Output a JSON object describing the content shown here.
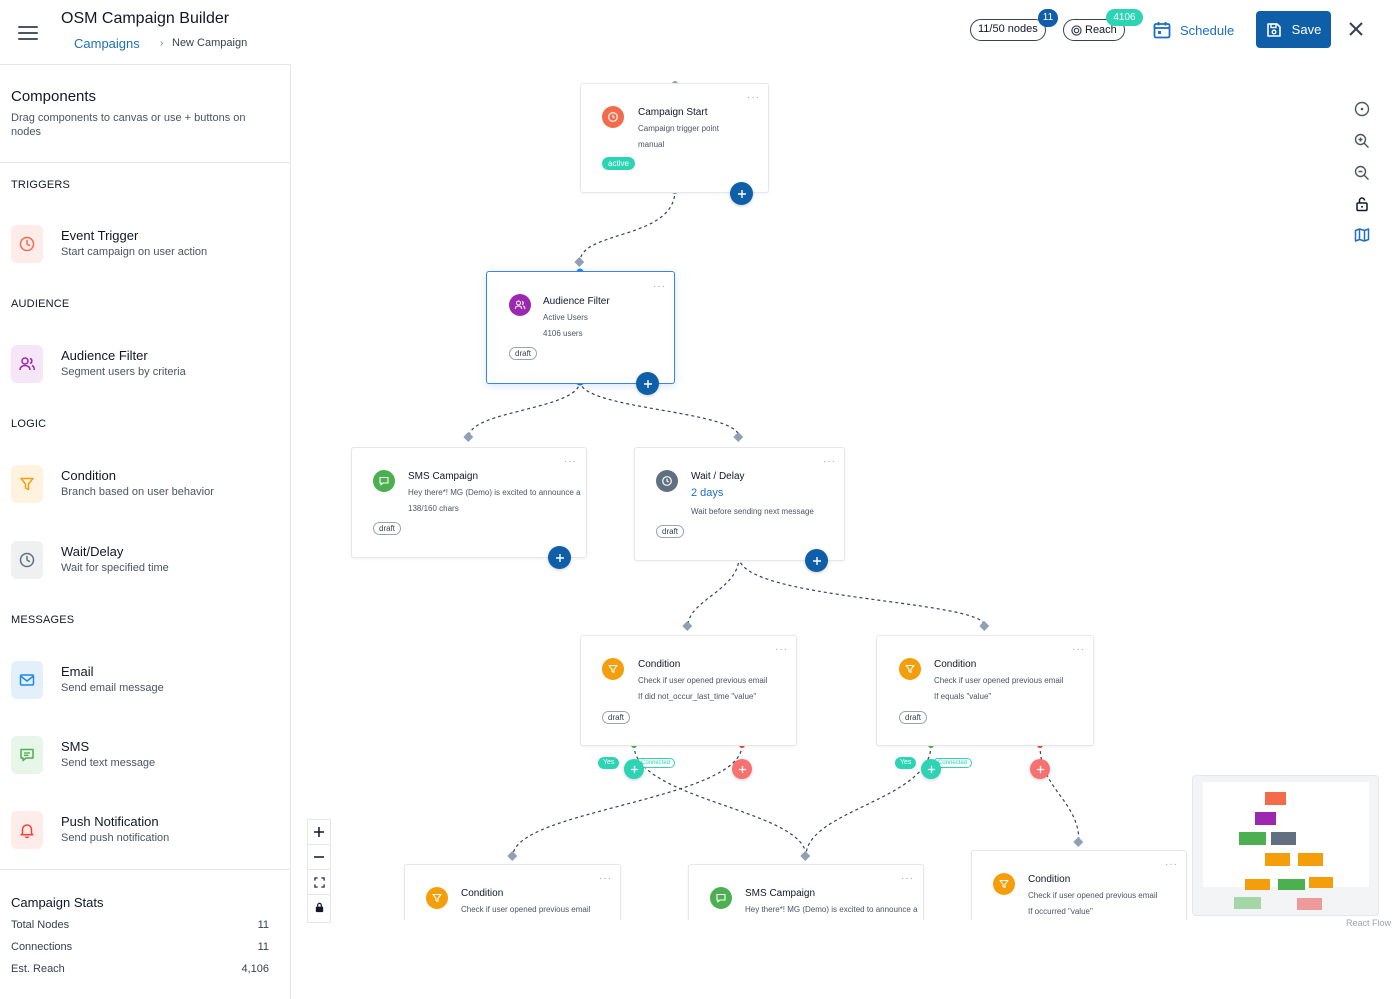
{
  "header": {
    "app_title": "OSM Campaign Builder",
    "breadcrumb": {
      "link": "Campaigns",
      "separator": "›",
      "current": "New Campaign"
    },
    "nodes_pill": "11/50 nodes",
    "nodes_badge": "11",
    "reach_pill": "Reach",
    "reach_badge": "4106",
    "schedule_label": "Schedule",
    "save_label": "Save"
  },
  "sidebar": {
    "title": "Components",
    "subtitle": "Drag components to canvas or use + buttons on nodes",
    "sections": {
      "triggers": "TRIGGERS",
      "audience": "AUDIENCE",
      "logic": "LOGIC",
      "messages": "MESSAGES"
    },
    "components": {
      "event_trigger": {
        "name": "Event Trigger",
        "desc": "Start campaign on user action"
      },
      "audience_filter": {
        "name": "Audience Filter",
        "desc": "Segment users by criteria"
      },
      "condition": {
        "name": "Condition",
        "desc": "Branch based on user behavior"
      },
      "wait_delay": {
        "name": "Wait/Delay",
        "desc": "Wait for specified time"
      },
      "email": {
        "name": "Email",
        "desc": "Send email message"
      },
      "sms": {
        "name": "SMS",
        "desc": "Send text message"
      },
      "push": {
        "name": "Push Notification",
        "desc": "Send push notification"
      }
    },
    "stats": {
      "title": "Campaign Stats",
      "rows": [
        {
          "label": "Total Nodes",
          "value": "11"
        },
        {
          "label": "Connections",
          "value": "11"
        },
        {
          "label": "Est. Reach",
          "value": "4,106"
        }
      ]
    }
  },
  "canvas": {
    "nodes": {
      "start": {
        "title": "Campaign Start",
        "line1": "Campaign trigger point",
        "line2": "manual",
        "tag": "active"
      },
      "audience": {
        "title": "Audience Filter",
        "line1": "Active Users",
        "line2": "4106 users",
        "tag": "draft"
      },
      "sms1": {
        "title": "SMS Campaign",
        "line1": "Hey there*! MG (Demo) is excited to announce a",
        "line2": "138/160 chars",
        "tag": "draft"
      },
      "wait": {
        "title": "Wait / Delay",
        "big": "2 days",
        "line1": "Wait before sending next message",
        "tag": "draft"
      },
      "cond1": {
        "title": "Condition",
        "line1": "Check if user opened previous email",
        "line2": "If did not_occur_last_time \"value\"",
        "tag": "draft"
      },
      "cond2": {
        "title": "Condition",
        "line1": "Check if user opened previous email",
        "line2": "If equals \"value\"",
        "tag": "draft"
      },
      "cond3": {
        "title": "Condition",
        "line1": "Check if user opened previous email"
      },
      "sms2": {
        "title": "SMS Campaign",
        "line1": "Hey there*! MG (Demo) is excited to announce a"
      },
      "cond4": {
        "title": "Condition",
        "line1": "Check if user opened previous email",
        "line2": "If occurred \"value\""
      }
    },
    "yes_label": "Yes",
    "connected_label": "Connected",
    "dots": "···"
  },
  "attribution": "React Flow",
  "colors": {
    "primary": "#0f5ea8",
    "link": "#1e6fbf",
    "teal": "#2dd4b4",
    "trigger": "#f26b4a",
    "audience": "#9c27b0",
    "sms": "#4caf50",
    "wait": "#607080",
    "condition": "#f59e0b",
    "red": "#f87171"
  },
  "icons": [
    "menu-icon",
    "target-icon",
    "calendar-icon",
    "save-icon",
    "close-icon",
    "clock-icon",
    "users-icon",
    "filter-icon",
    "mail-icon",
    "message-icon",
    "bell-icon",
    "plus-icon",
    "minus-icon",
    "fit-view-icon",
    "lock-icon",
    "zoom-in-icon",
    "zoom-out-icon",
    "map-icon"
  ]
}
